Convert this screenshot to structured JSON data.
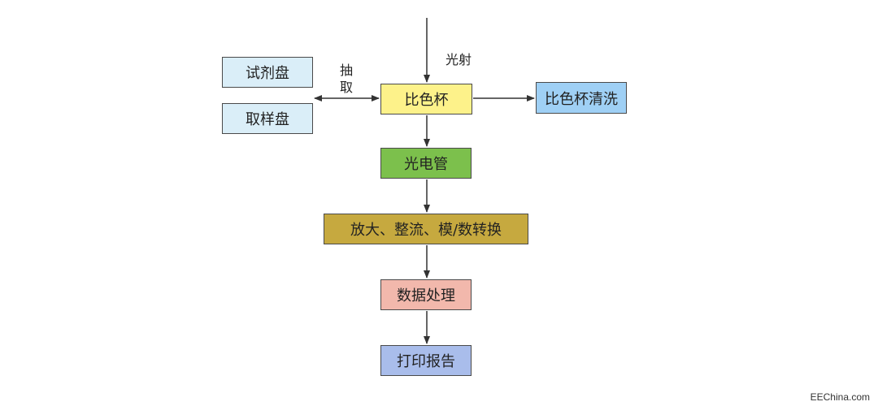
{
  "nodes": {
    "reagent_tray": {
      "label": "试剂盘",
      "color": "#daeef8"
    },
    "sample_tray": {
      "label": "取样盘",
      "color": "#daeef8"
    },
    "cuvette": {
      "label": "比色杯",
      "color": "#fdf28a"
    },
    "cuvette_wash": {
      "label": "比色杯清洗",
      "color": "#9fd0f5"
    },
    "photomultiplier": {
      "label": "光电管",
      "color": "#7cc04c"
    },
    "amplify_convert": {
      "label": "放大、整流、模/数转换",
      "color": "#c6a93f"
    },
    "data_processing": {
      "label": "数据处理",
      "color": "#f2b8ac"
    },
    "print_report": {
      "label": "打印报告",
      "color": "#a9bdeb"
    }
  },
  "labels": {
    "light": "光射",
    "extract": "抽取"
  },
  "watermark": "EEChina.com",
  "colors": {
    "arrow": "#333333",
    "border": "#4a4a4a"
  }
}
